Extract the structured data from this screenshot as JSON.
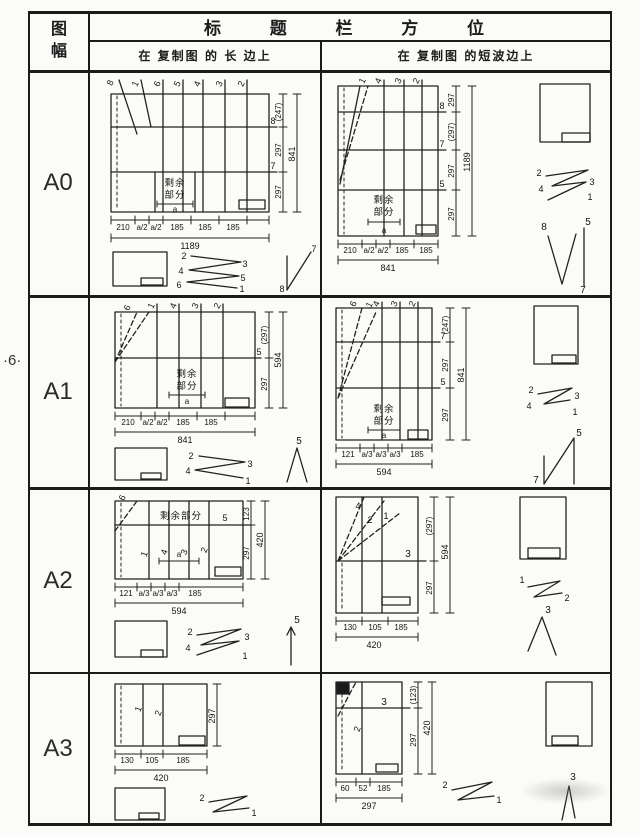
{
  "colors": {
    "paper": "#fbfbf8",
    "ink": "#1b1b1b"
  },
  "side_note": "·6·",
  "header": {
    "col1_line1": "图",
    "col1_line2": "幅",
    "title": "标 题 栏 方 位",
    "sub_left": "在 复制图 的 长 边上",
    "sub_right": "在 复制图 的短波边上"
  },
  "rows": [
    {
      "label": "A0",
      "left": {
        "fold_top": [
          "8",
          "1",
          "6",
          "5",
          "4",
          "3",
          "2"
        ],
        "markers": [
          "8",
          "7"
        ],
        "dims_right": [
          "(247)",
          "297",
          "297"
        ],
        "total_right": "841",
        "rem1": "剩余",
        "rem2": "部分",
        "rem_a": "a",
        "dims_bottom": [
          "210",
          "a/2",
          "a/2",
          "185",
          "185",
          "185"
        ],
        "total_bottom": "1189",
        "zigzag": [
          "2",
          "3",
          "4",
          "5",
          "6",
          "1"
        ],
        "extra": [
          "7",
          "8"
        ]
      },
      "right": {
        "fold_top": [
          "1",
          "4",
          "3",
          "2"
        ],
        "markers": [
          "8",
          "7",
          "5"
        ],
        "dims_right": [
          "297",
          "(297)",
          "297",
          "297"
        ],
        "total_right": "1189",
        "rem1": "剩余",
        "rem2": "部分",
        "rem_a": "a",
        "dims_bottom": [
          "210",
          "a/2",
          "a/2",
          "185",
          "185"
        ],
        "total_bottom": "841",
        "zigzag": [
          "2",
          "3",
          "4",
          "1"
        ],
        "mshape": [
          "8",
          "5",
          "7"
        ]
      }
    },
    {
      "label": "A1",
      "left": {
        "fold_top": [
          "6",
          "1",
          "4",
          "3",
          "2"
        ],
        "markers": [
          "5"
        ],
        "dims_right": [
          "(297)",
          "297"
        ],
        "total_right": "594",
        "rem1": "剩余",
        "rem2": "部分",
        "rem_a": "a",
        "dims_bottom": [
          "210",
          "a/2",
          "a/2",
          "185",
          "185"
        ],
        "total_bottom": "841",
        "zigzag": [
          "2",
          "3",
          "4",
          "1"
        ],
        "peak": [
          "5"
        ]
      },
      "right": {
        "fold_top": [
          "6",
          "1",
          "4",
          "3",
          "2"
        ],
        "markers": [
          "7",
          "5"
        ],
        "dims_right": [
          "(247)",
          "297",
          "297"
        ],
        "total_right": "841",
        "rem1": "剩余",
        "rem2": "部分",
        "rem_a": "a",
        "dims_bottom": [
          "121",
          "a/3",
          "a/3",
          "a/3",
          "185"
        ],
        "total_bottom": "594",
        "zigzag": [
          "2",
          "4",
          "3",
          "1"
        ],
        "nshape": [
          "7",
          "5"
        ]
      }
    },
    {
      "label": "A2",
      "left": {
        "fold_top": [
          "6"
        ],
        "inner": [
          "1",
          "4",
          "3",
          "2"
        ],
        "markers": [
          "5"
        ],
        "dims_right": [
          "123",
          "297"
        ],
        "total_right": "420",
        "rem": "剩余部分",
        "rem_a": "a",
        "dims_bottom": [
          "121",
          "a/3",
          "a/3",
          "a/3",
          "185"
        ],
        "total_bottom": "594",
        "zigzag": [
          "2",
          "4",
          "3",
          "1"
        ],
        "arrow": [
          "5"
        ]
      },
      "right": {
        "fold_top": [
          "4",
          "2",
          "1"
        ],
        "markers": [
          "3"
        ],
        "dims_right": [
          "(297)",
          "297"
        ],
        "total_right": "594",
        "dims_bottom": [
          "130",
          "105",
          "185"
        ],
        "total_bottom": "420",
        "zigzag": [
          "1",
          "2"
        ],
        "peak": [
          "3"
        ]
      }
    },
    {
      "label": "A3",
      "left": {
        "fold_top": [
          "1",
          "2"
        ],
        "dims_right": [
          "297"
        ],
        "dims_bottom": [
          "130",
          "105",
          "185"
        ],
        "total_bottom": "420",
        "zigzag": [
          "2",
          "1"
        ]
      },
      "right": {
        "fold_v": [
          "2"
        ],
        "markers": [
          "3"
        ],
        "dims_right": [
          "(123)",
          "297"
        ],
        "total_right": "420",
        "dims_bottom": [
          "60",
          "52",
          "185"
        ],
        "total_bottom": "297",
        "zigzag": [
          "2",
          "1"
        ],
        "peak": [
          "3"
        ]
      }
    }
  ]
}
